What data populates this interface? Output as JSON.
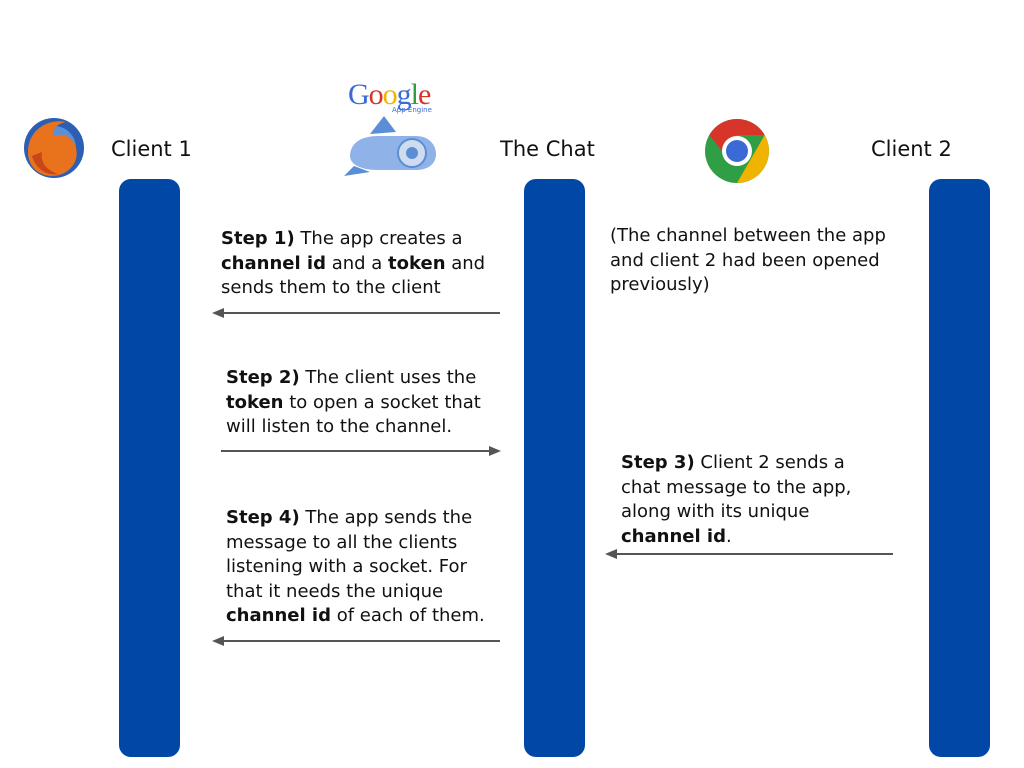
{
  "colors": {
    "lane": "#0047a6",
    "arrow": "#555555"
  },
  "icons": {
    "client1": "firefox-logo-icon",
    "chat": "google-app-engine-logo-icon",
    "client2": "chrome-logo-icon"
  },
  "logos": {
    "google_wordmark": "Google",
    "app_engine_subtitle": "App Engine"
  },
  "labels": {
    "client1": "Client 1",
    "chat": "The Chat",
    "client2": "Client 2"
  },
  "steps": {
    "step1": {
      "step": "Step 1)",
      "t1": " The app creates a ",
      "b1": "channel id",
      "t2": " and a ",
      "b2": "token",
      "t3": " and sends them to the client"
    },
    "step2": {
      "step": "Step 2)",
      "t1": " The client uses the ",
      "b1": "token",
      "t2": " to open a socket that will listen to the channel."
    },
    "step3": {
      "step": "Step 3)",
      "t1": " Client 2 sends a chat message to the app, along with its unique ",
      "b1": "channel id",
      "t2": "."
    },
    "step4": {
      "step": "Step 4)",
      "t1": " The app sends the message to all the clients listening with a socket. For that it needs the unique ",
      "b1": "channel id",
      "t2": " of each of them."
    }
  },
  "note": "(The channel between the app and client 2 had been opened previously)"
}
